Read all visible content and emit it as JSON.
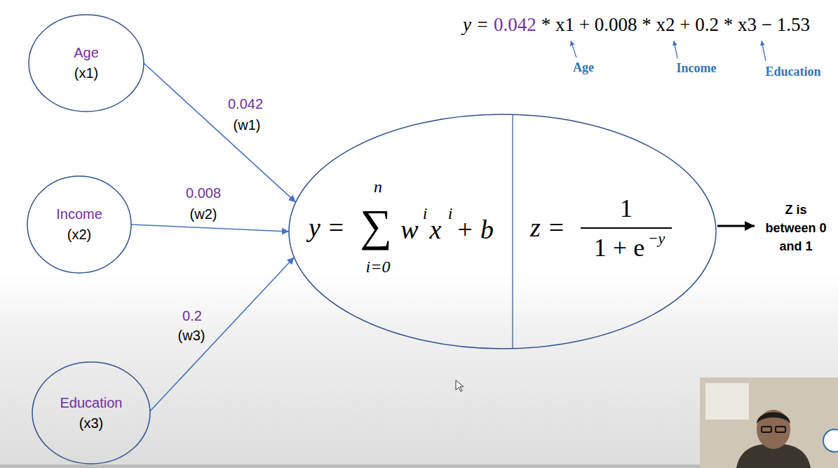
{
  "diagram": {
    "nodes": [
      {
        "text": [
          "Age",
          "(x1)"
        ]
      },
      {
        "text": [
          "Income",
          "(x2)"
        ]
      },
      {
        "text": [
          "Education",
          "(x3)"
        ]
      },
      {
        "text": [
          "y =",
          "∑",
          "n",
          "i=0",
          "w",
          "i",
          "x",
          "i",
          "+ b",
          "z =",
          "1",
          "1 + e",
          "−y"
        ]
      }
    ],
    "edges": [
      {
        "from": 0,
        "to": 3,
        "label": "0.042",
        "arrow": "to"
      },
      {
        "from": 1,
        "to": 3,
        "label": "0.008",
        "arrow": "to"
      },
      {
        "from": 2,
        "to": 3,
        "label": "0.2",
        "arrow": "to"
      }
    ],
    "labels": [
      "y =",
      "0.042",
      "* x1 + 0.008 * x2 + 0.2 * x3 − 1.53",
      "Age",
      "Income",
      "Education",
      "(w1)",
      "(w2)",
      "(w3)",
      "Z is between 0 and 1"
    ]
  }
}
